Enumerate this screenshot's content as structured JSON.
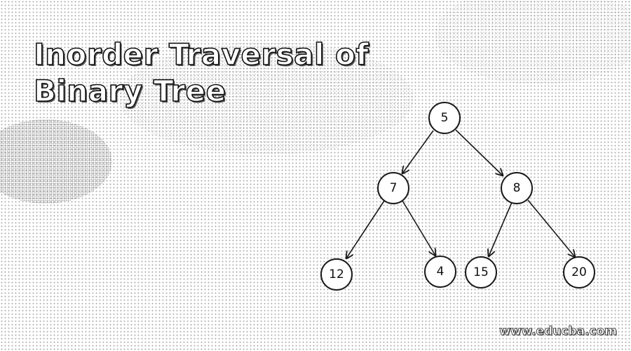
{
  "title": {
    "line1": "Inorder Traversal of",
    "line2": "Binary Tree"
  },
  "watermark": "www.educba.com",
  "tree": {
    "root": {
      "label": "5",
      "left": {
        "label": "7",
        "left": {
          "label": "12"
        },
        "right": {
          "label": "4"
        }
      },
      "right": {
        "label": "8",
        "left": {
          "label": "15"
        },
        "right": {
          "label": "20"
        }
      }
    }
  },
  "colors": {
    "stroke": "#1a1a1a",
    "node_fill": "#ffffff"
  }
}
